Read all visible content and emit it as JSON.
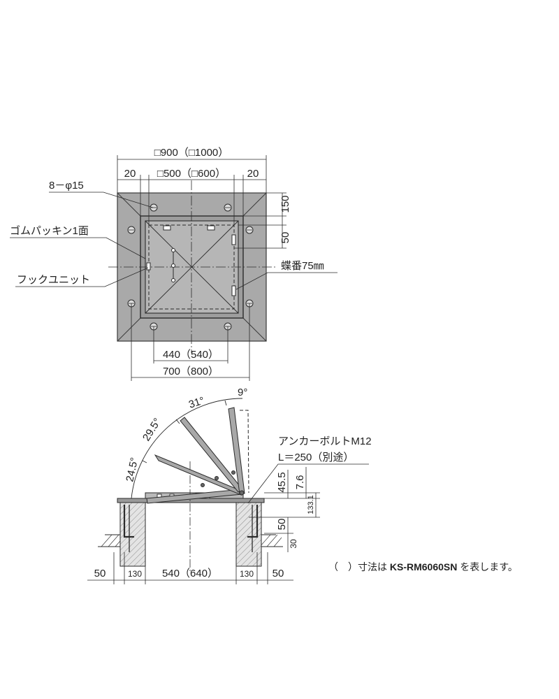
{
  "colors": {
    "line": "#2b2b2b",
    "plate": "#a9a9a9",
    "plate_edge": "#3a3a3a",
    "concrete": "#d5d5d5",
    "background": "#ffffff"
  },
  "plan_view": {
    "dim_overall": "□900（□1000）",
    "dim_opening": "□500（□600）",
    "dim_edge_left": "20",
    "dim_edge_right": "20",
    "dim_right_150": "150",
    "dim_right_50": "50",
    "dim_bottom_inner": "440（540）",
    "dim_bottom_outer": "700（800）",
    "label_holes": "8－φ15",
    "label_packing": "ゴムパッキン1面",
    "label_hook": "フックユニット",
    "label_hinge": "蝶番75㎜"
  },
  "section_view": {
    "angle_9": "9°",
    "angle_31": "31°",
    "angle_29_5": "29.5°",
    "angle_24_5": "24.5°",
    "label_anchor": "アンカーボルトM12",
    "label_anchor_length": "L＝250（別途）",
    "dim_45_5": "45.5",
    "dim_7_6": "7.6",
    "dim_133_1": "133.1",
    "dim_50_vertical": "50",
    "dim_30": "30",
    "bottom_50_left": "50",
    "bottom_130_left": "130",
    "bottom_540": "540（640）",
    "bottom_130_right": "130",
    "bottom_50_right": "50"
  },
  "note": {
    "prefix": "（　）寸法は",
    "model": "KS-RM6060SN",
    "suffix": "を表します。"
  }
}
